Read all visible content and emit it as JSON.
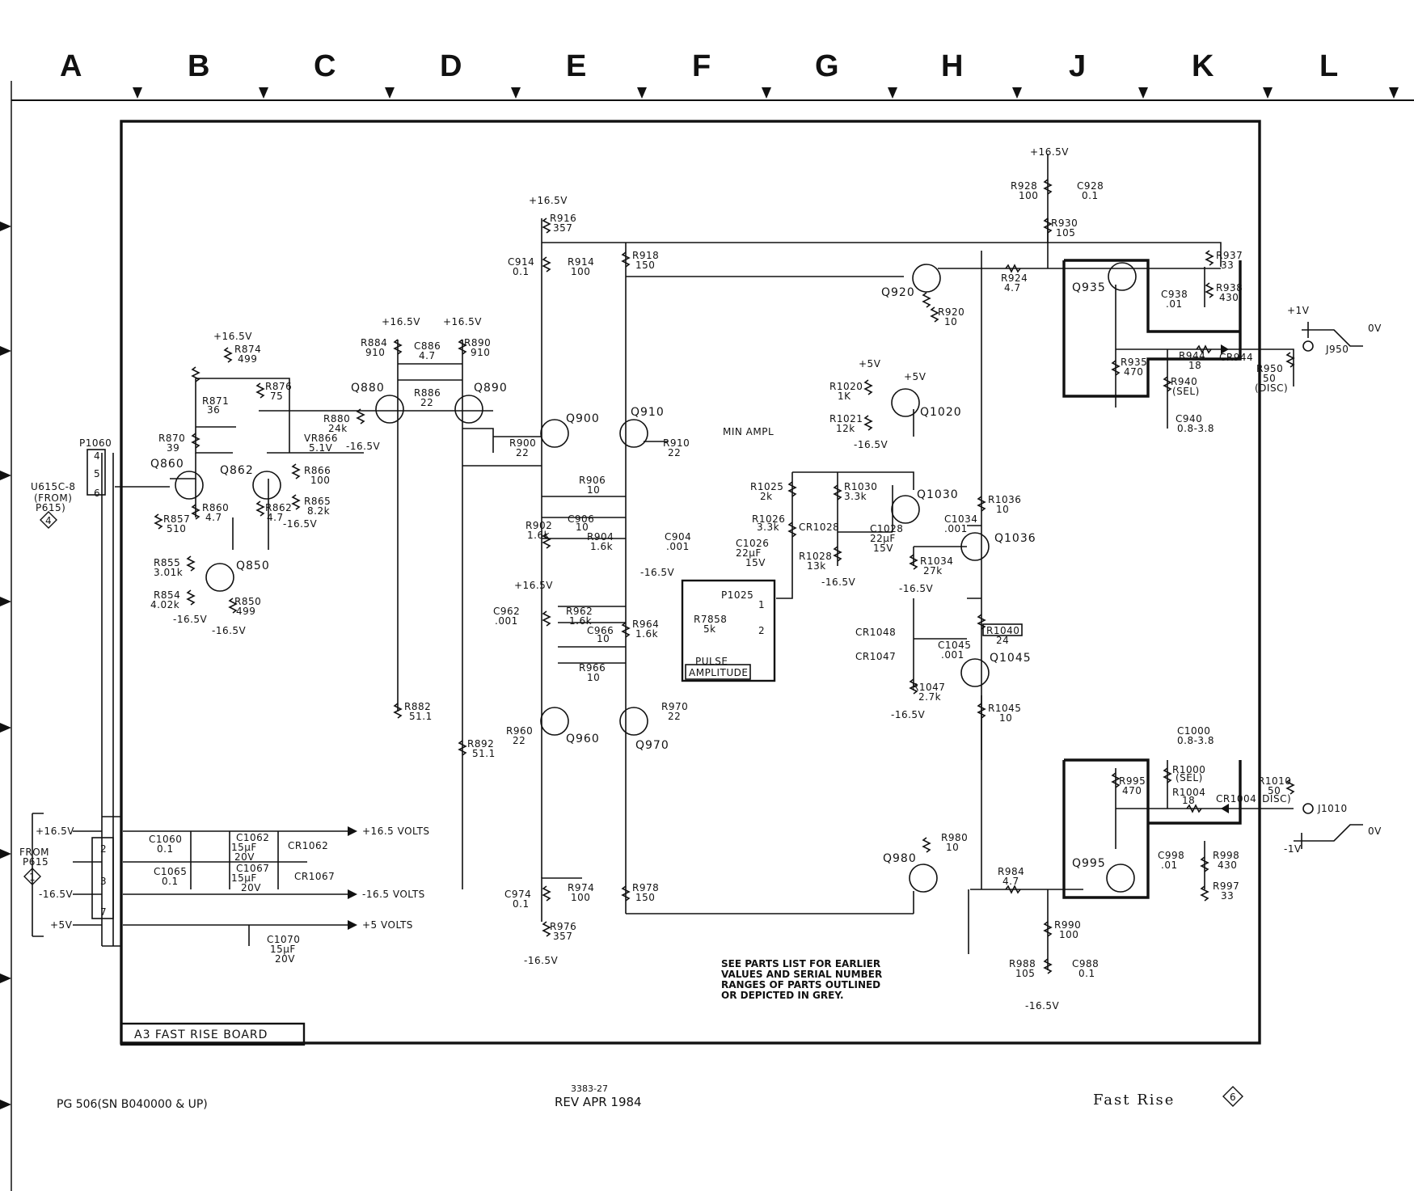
{
  "columns": [
    "A",
    "B",
    "C",
    "D",
    "E",
    "F",
    "G",
    "H",
    "J",
    "K",
    "L"
  ],
  "board_title": "A3 FAST RISE BOARD",
  "footer": {
    "left": "PG 506(SN B040000 & UP)",
    "center_code": "3383-27",
    "center_rev": "REV APR 1984",
    "right_title": "Fast Rise",
    "right_badge": "6"
  },
  "note": [
    "SEE PARTS LIST FOR EARLIER",
    "VALUES AND SERIAL NUMBER",
    "RANGES OF PARTS OUTLINED",
    "OR DEPICTED IN GREY."
  ],
  "connectors": {
    "p1060": "P1060",
    "pins_top": [
      "4",
      "5",
      "6"
    ],
    "u615": "U615C-8",
    "from_p615_a": "(FROM)",
    "from_p615_b": "P615)",
    "badge_4": "4",
    "from_label": "FROM",
    "p615": "P615",
    "badge_1": "1",
    "pins_bottom": [
      "2",
      "3",
      "7"
    ]
  },
  "supply": {
    "p165": "+16.5V",
    "n165": "-16.5V",
    "p5": "+5V",
    "p1": "+1V",
    "n1": "-1V",
    "zero": "0V",
    "rail_p165": "+16.5 VOLTS",
    "rail_n165": "-16.5 VOLTS",
    "rail_p5": "+5 VOLTS"
  },
  "parts": {
    "q860": "Q860",
    "q862": "Q862",
    "q850": "Q850",
    "q880": "Q880",
    "q890": "Q890",
    "q900": "Q900",
    "q910": "Q910",
    "q920": "Q920",
    "q935": "Q935",
    "q960": "Q960",
    "q970": "Q970",
    "q980": "Q980",
    "q995": "Q995",
    "q1020": "Q1020",
    "q1030": "Q1030",
    "q1036": "Q1036",
    "q1045": "Q1045",
    "r874": "R874",
    "v499": "499",
    "r871": "R871",
    "v36": "36",
    "r876": "R876",
    "v75": "75",
    "r870": "R870",
    "v39": "39",
    "r857": "R857",
    "v510": "510",
    "r860": "R860",
    "v47": "4.7",
    "r862": "R862",
    "r866": "R866",
    "v100": "100",
    "r865": "R865",
    "v82k": "8.2k",
    "vr866": "VR866",
    "v51v": "5.1V",
    "r855": "R855",
    "v301k": "3.01k",
    "r854": "R854",
    "v402k": "4.02k",
    "r850": "R850",
    "r880": "R880",
    "v24k": "24k",
    "r884": "R884",
    "v910": "910",
    "c886": "C886",
    "r886": "R886",
    "v22": "22",
    "r890": "R890",
    "r882": "R882",
    "v511": "51.1",
    "r892": "R892",
    "r900": "R900",
    "r910": "R910",
    "r916": "R916",
    "v357": "357",
    "c914": "C914",
    "v01": "0.1",
    "r914": "R914",
    "r918": "R918",
    "v150": "150",
    "r906": "R906",
    "v10": "10",
    "c906": "C906",
    "r902": "R902",
    "v16k": "1.6k",
    "r904": "R904",
    "c904": "C904",
    "v001": ".001",
    "c962": "C962",
    "r962": "R962",
    "c966": "C966",
    "r964": "R964",
    "r966": "R966",
    "r960": "R960",
    "r970": "R970",
    "c974": "C974",
    "r974": "R974",
    "r978": "R978",
    "r976": "R976",
    "r928": "R928",
    "c928": "C928",
    "r930": "R930",
    "v105": "105",
    "r937": "R937",
    "v33": "33",
    "r938": "R938",
    "v430": "430",
    "c938": "C938",
    "v01b": ".01",
    "r924": "R924",
    "r920": "R920",
    "r935": "R935",
    "v470": "470",
    "r944": "R944",
    "v18": "18",
    "cr944": "CR944",
    "r950": "R950",
    "v50": "50",
    "disc": "(DISC)",
    "r940": "R940",
    "sel": "(SEL)",
    "c940": "C940",
    "v0838": "0.8-3.8",
    "j950": "J950",
    "min_ampl": "MIN AMPL",
    "r1020": "R1020",
    "v1k": "1K",
    "r1021": "R1021",
    "v12k": "12k",
    "r1025": "R1025",
    "v2k": "2k",
    "r1026": "R1026",
    "v33k": "3.3k",
    "cr1028": "CR1028",
    "c1026": "C1026",
    "v22mf": "22µF",
    "v15v": "15V",
    "r1028": "R1028",
    "v13k": "13k",
    "r1030": "R1030",
    "c1028": "C1028",
    "c1034": "C1034",
    "r1036": "R1036",
    "r1034": "R1034",
    "v27k": "27k",
    "cr1048": "CR1048",
    "cr1047": "CR1047",
    "c1045": "C1045",
    "r1040": "R1040",
    "v24": "24",
    "r1047": "R1047",
    "v27kb": "2.7k",
    "r1045": "R1045",
    "p1025": "P1025",
    "r7858": "R7858",
    "v5k": "5k",
    "pulse_a": "PULSE",
    "pulse_b": "AMPLITUDE",
    "pin1": "1",
    "pin2": "2",
    "c1000": "C1000",
    "r1000": "R1000",
    "r1004": "R1004",
    "cr1004": "CR1004",
    "r1010": "R1010",
    "r995": "R995",
    "j1010": "J1010",
    "r980": "R980",
    "r984": "R984",
    "c998": "C998",
    "r998": "R998",
    "r997": "R997",
    "r990": "R990",
    "r988": "R988",
    "c988": "C988",
    "c1060": "C1060",
    "c1062": "C1062",
    "v15mf": "15µF",
    "v20v": "20V",
    "cr1062": "CR1062",
    "c1065": "C1065",
    "c1067": "C1067",
    "cr1067": "CR1067",
    "c1070": "C1070"
  }
}
